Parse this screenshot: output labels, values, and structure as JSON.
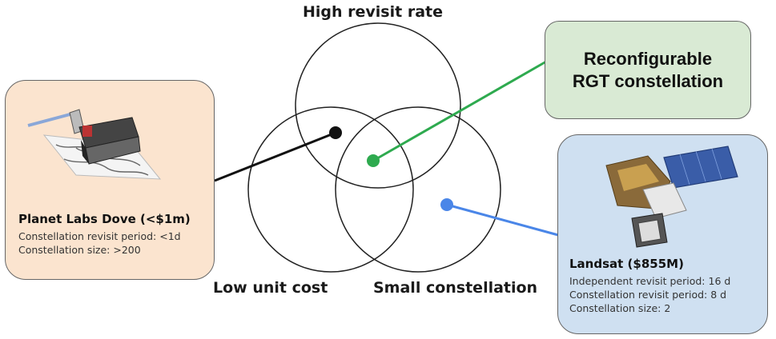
{
  "circles": {
    "top_label": "High revisit rate",
    "left_label": "Low unit cost",
    "right_label": "Small constellation"
  },
  "rgt": {
    "label": "Reconfigurable\nRGT constellation"
  },
  "dove": {
    "title": "Planet Labs Dove (<$1m)",
    "lines": [
      "Constellation revisit period: <1d",
      "Constellation size: >200"
    ]
  },
  "landsat": {
    "title": "Landsat ($855M)",
    "lines": [
      "Independent revisit period: 16 d",
      "Constellation revisit period: 8 d",
      "Constellation size: 2"
    ]
  },
  "colors": {
    "dove_box": "#fbe4cf",
    "rgt_box": "#d9ead4",
    "landsat_box": "#cfe0f1",
    "dove_connector": "#111111",
    "rgt_connector": "#2eaa4f",
    "landsat_connector": "#4a86e8"
  }
}
